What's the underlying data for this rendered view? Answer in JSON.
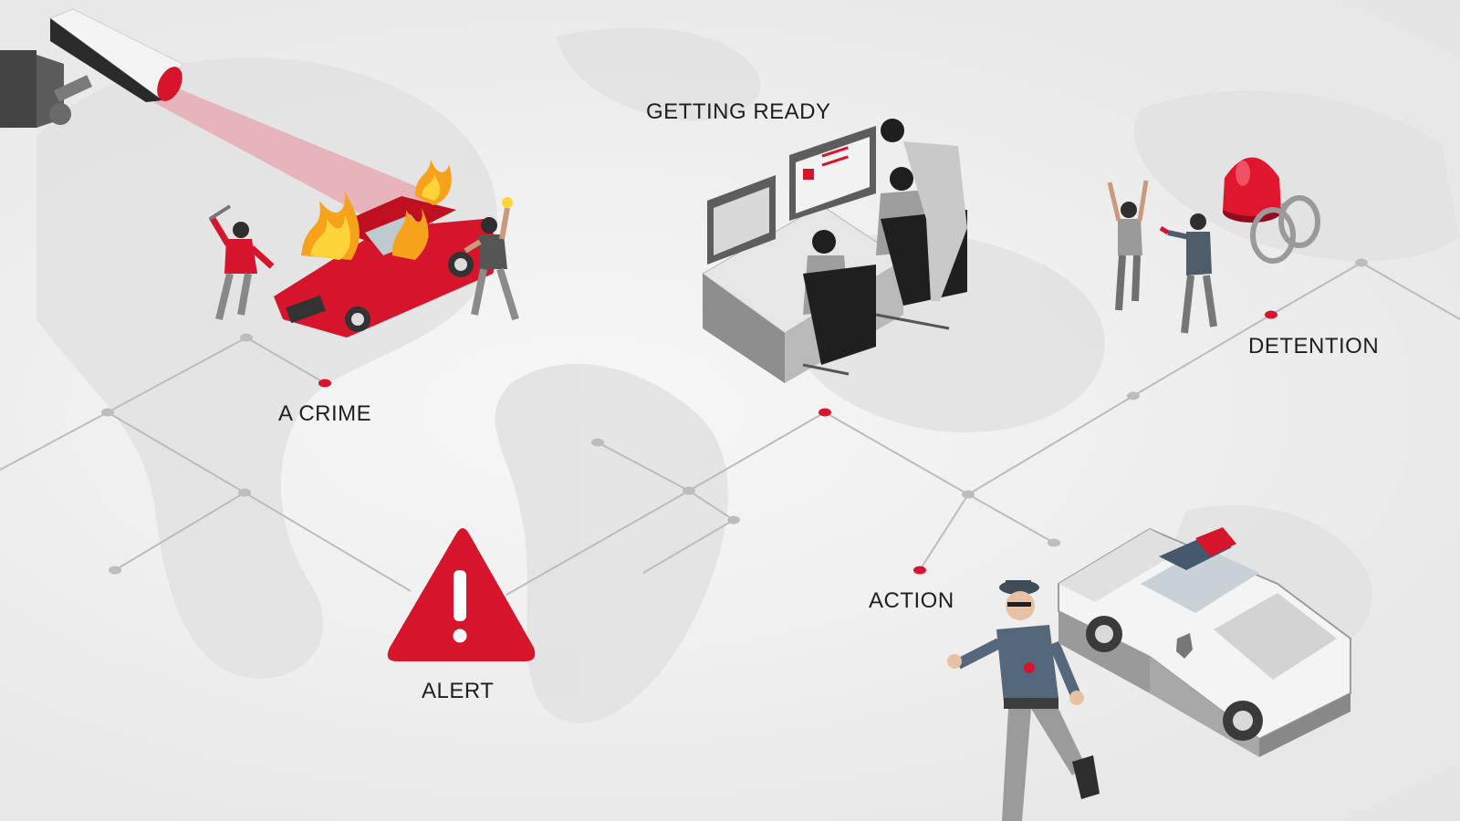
{
  "steps": {
    "crime": {
      "label": "A CRIME"
    },
    "alert": {
      "label": "ALERT"
    },
    "getting_ready": {
      "label": "GETTING READY"
    },
    "action": {
      "label": "ACTION"
    },
    "detention": {
      "label": "DETENTION"
    }
  },
  "colors": {
    "accent": "#d6142b",
    "line": "#b9b9b9",
    "node": "#bdbdbd",
    "text": "#1f1f1f"
  },
  "icons": [
    "cctv-camera-icon",
    "burning-car-icon",
    "warning-triangle-icon",
    "control-room-icon",
    "police-officer-icon",
    "police-car-icon",
    "arrest-icon",
    "siren-light-icon",
    "handcuffs-icon"
  ]
}
